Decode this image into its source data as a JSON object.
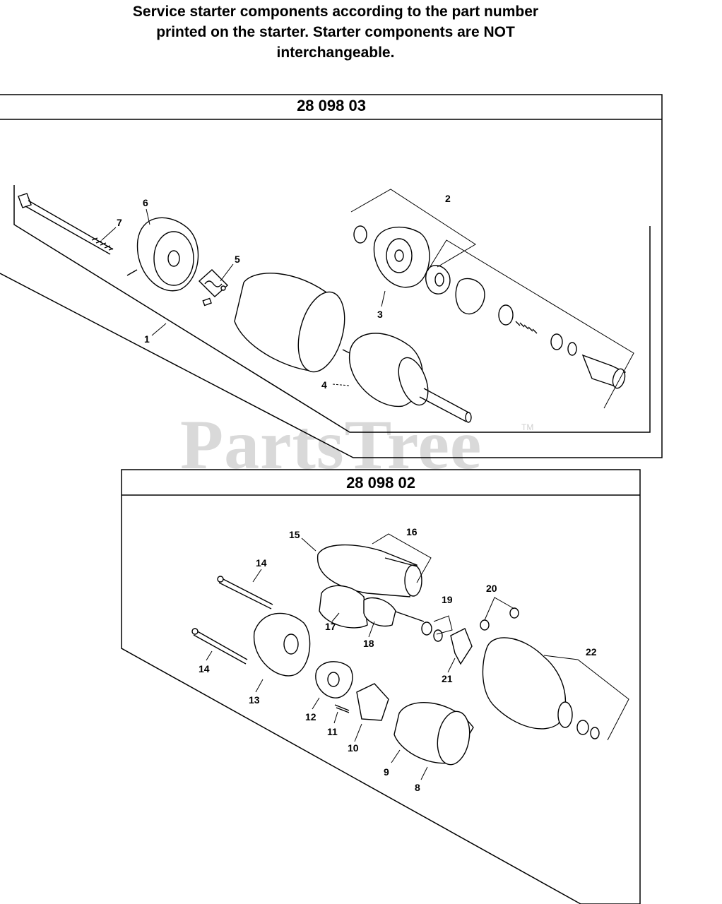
{
  "note": {
    "line1": "Service starter components according to the part number",
    "line2": "printed on the starter. Starter components are NOT",
    "line3": "interchangeable."
  },
  "panels": {
    "a": {
      "title": "28 098 03"
    },
    "b": {
      "title": "28 098 02"
    }
  },
  "watermark": {
    "text": "PartsTree",
    "tm": "TM"
  },
  "callouts": {
    "c1": "1",
    "c2": "2",
    "c3": "3",
    "c4": "4",
    "c5": "5",
    "c6": "6",
    "c7": "7",
    "c8": "8",
    "c9": "9",
    "c10": "10",
    "c11": "11",
    "c12": "12",
    "c13": "13",
    "c14a": "14",
    "c14b": "14",
    "c15": "15",
    "c16": "16",
    "c17": "17",
    "c18": "18",
    "c19": "19",
    "c20": "20",
    "c21": "21",
    "c22": "22"
  }
}
